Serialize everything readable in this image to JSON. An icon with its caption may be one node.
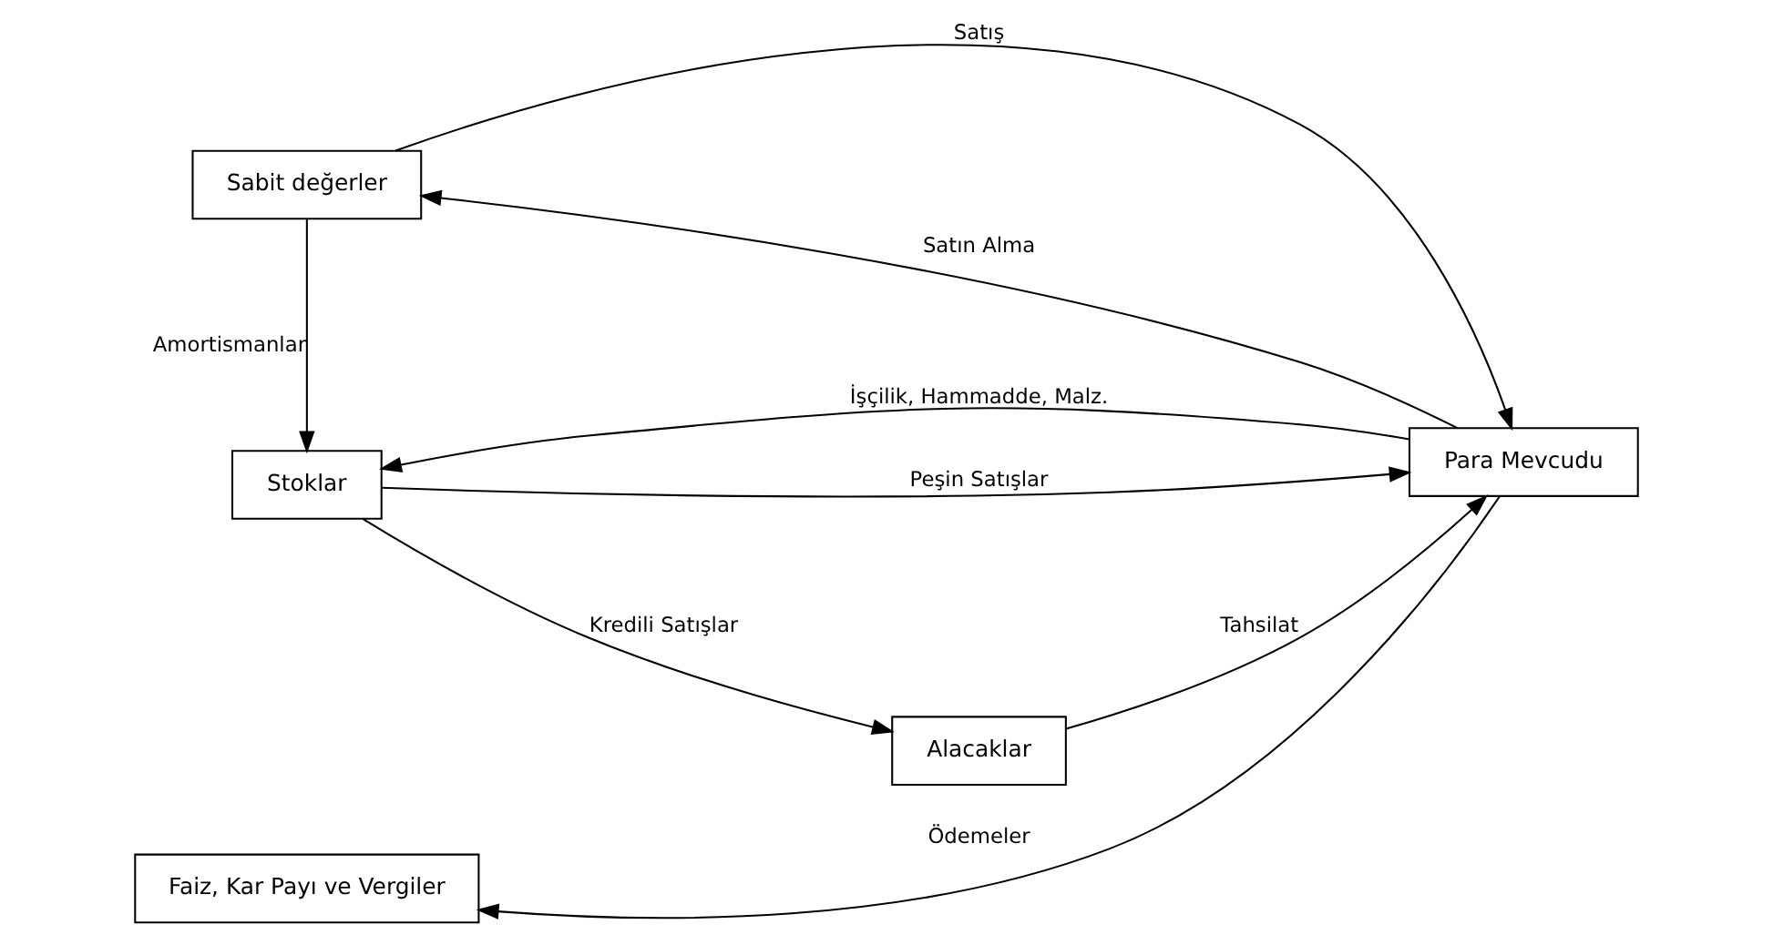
{
  "diagram": {
    "nodes": [
      {
        "text": [
          "Stoklar"
        ]
      },
      {
        "text": [
          "Para Mevcudu"
        ]
      },
      {
        "text": [
          "Sabit değerler"
        ]
      },
      {
        "text": [
          "Alacaklar"
        ]
      },
      {
        "text": [
          "Faiz, Kar Payı ve Vergiler"
        ]
      }
    ],
    "edges": [
      {
        "from": 0,
        "to": 1,
        "arrow": "to",
        "label": "Peşin Satışlar"
      },
      {
        "from": 1,
        "to": 0,
        "arrow": "to",
        "label": "İşçilik, Hammadde, Malz."
      },
      {
        "from": 0,
        "to": 3,
        "arrow": "to",
        "label": "Kredili Satışlar"
      },
      {
        "from": 2,
        "to": 0,
        "arrow": "to",
        "label": "Amortismanlar"
      },
      {
        "from": 2,
        "to": 1,
        "arrow": "to",
        "label": "Satış"
      },
      {
        "from": 1,
        "to": 2,
        "arrow": "to",
        "label": "Satın Alma"
      },
      {
        "from": 1,
        "to": 4,
        "arrow": "to",
        "label": "Ödemeler"
      },
      {
        "from": 3,
        "to": 1,
        "arrow": "to",
        "label": "Tahsilat"
      }
    ]
  }
}
